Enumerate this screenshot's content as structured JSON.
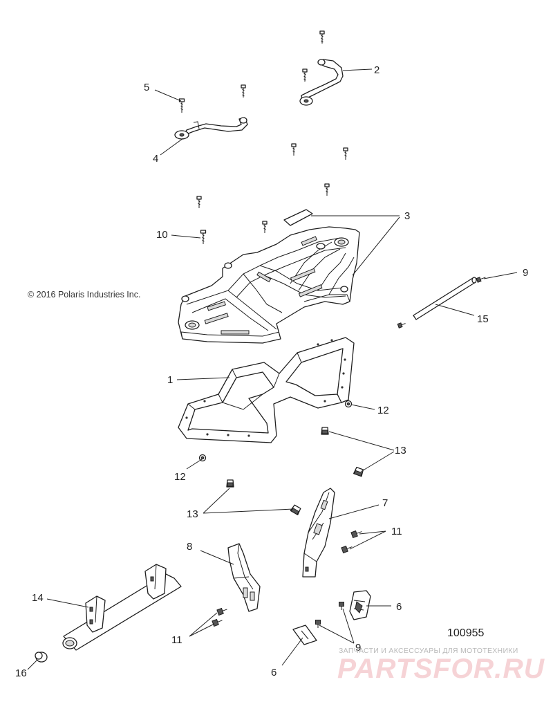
{
  "diagram": {
    "copyright": "© 2016 Polaris Industries Inc.",
    "figure_number": "100955",
    "callouts": {
      "c1": "1",
      "c2": "2",
      "c3": "3",
      "c4": "4",
      "c5": "5",
      "c6a": "6",
      "c6b": "6",
      "c7": "7",
      "c8": "8",
      "c9a": "9",
      "c9b": "9",
      "c10": "10",
      "c11a": "11",
      "c11b": "11",
      "c12a": "12",
      "c12b": "12",
      "c13a": "13",
      "c13b": "13",
      "c14": "14",
      "c15": "15",
      "c16": "16"
    }
  },
  "watermark": {
    "tagline": "ЗАПЧАСТИ И АКСЕССУАРЫ ДЛЯ МОТОТЕХНИКИ",
    "logo": "PARTSFOR.RU"
  }
}
